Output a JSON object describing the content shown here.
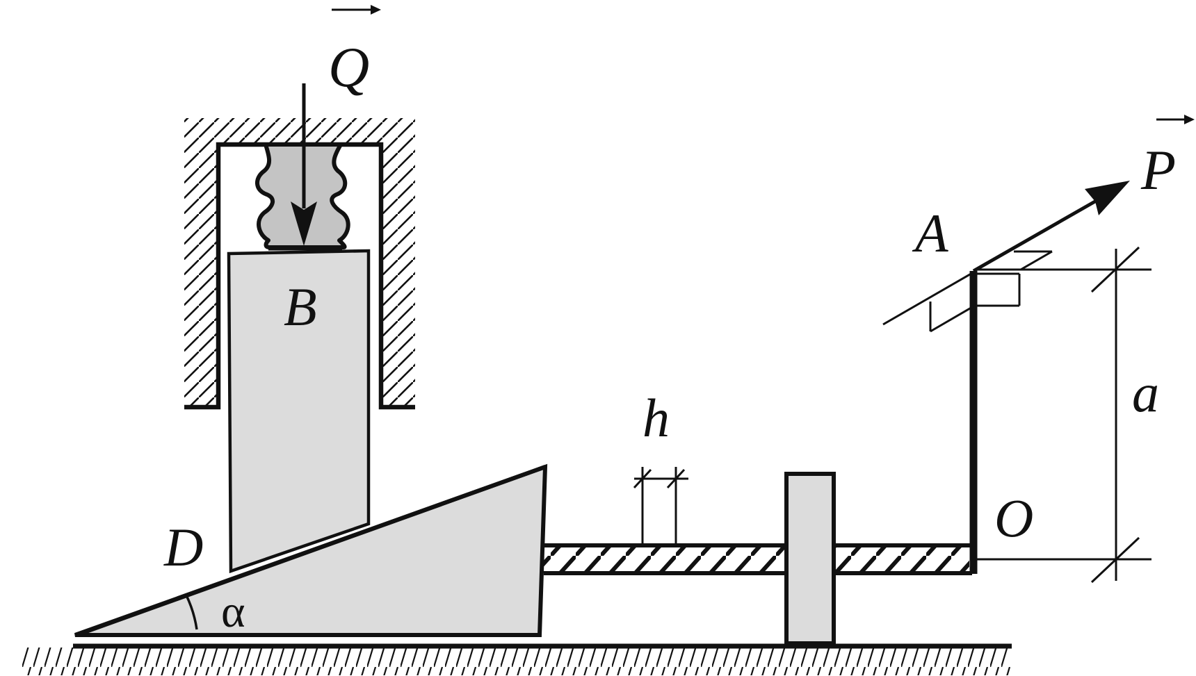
{
  "labels": {
    "Q": "Q",
    "P": "P",
    "A": "A",
    "B": "B",
    "D": "D",
    "O": "O",
    "h": "h",
    "a": "a",
    "alpha": "α"
  },
  "colors": {
    "stroke": "#111111",
    "body_fill": "#dcdcdc",
    "spring_fill": "#c4c4c4",
    "background": "#ffffff"
  }
}
